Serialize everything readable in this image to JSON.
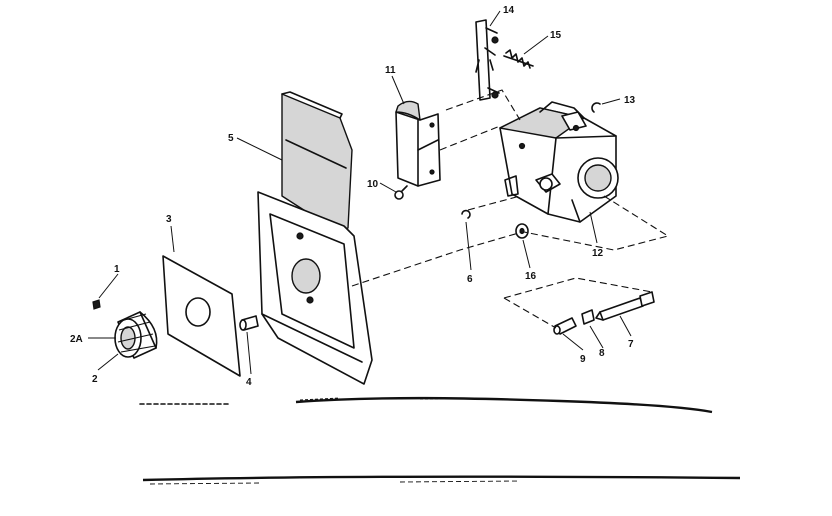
{
  "diagram": {
    "callouts": [
      "14",
      "15",
      "11",
      "13",
      "5",
      "10",
      "3",
      "6",
      "16",
      "12",
      "1",
      "2A",
      "2",
      "4",
      "9",
      "8",
      "7"
    ]
  }
}
